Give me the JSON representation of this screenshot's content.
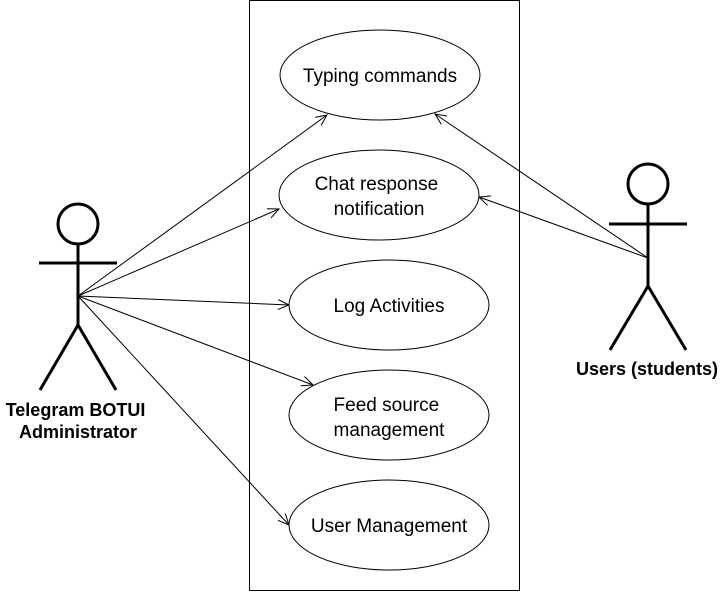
{
  "diagram": {
    "type": "use-case",
    "actors": {
      "admin": {
        "label_lines": [
          "Telegram BOTUI",
          "Administrator"
        ]
      },
      "students": {
        "label": "Users (students)"
      }
    },
    "use_cases": {
      "typing_commands": {
        "label_lines": [
          "Typing commands"
        ]
      },
      "chat_response_notification": {
        "label_lines": [
          "Chat response",
          "notification"
        ]
      },
      "log_activities": {
        "label_lines": [
          "Log Activities"
        ]
      },
      "feed_source_management": {
        "label_lines": [
          "Feed source",
          "management"
        ]
      },
      "user_management": {
        "label_lines": [
          "User Management"
        ]
      }
    },
    "associations": [
      {
        "from": "admin",
        "to": "typing_commands"
      },
      {
        "from": "admin",
        "to": "chat_response_notification"
      },
      {
        "from": "admin",
        "to": "log_activities"
      },
      {
        "from": "admin",
        "to": "feed_source_management"
      },
      {
        "from": "admin",
        "to": "user_management"
      },
      {
        "from": "students",
        "to": "typing_commands"
      },
      {
        "from": "students",
        "to": "chat_response_notification"
      }
    ],
    "colors": {
      "stroke": "#000000",
      "background": "#ffffff"
    }
  }
}
